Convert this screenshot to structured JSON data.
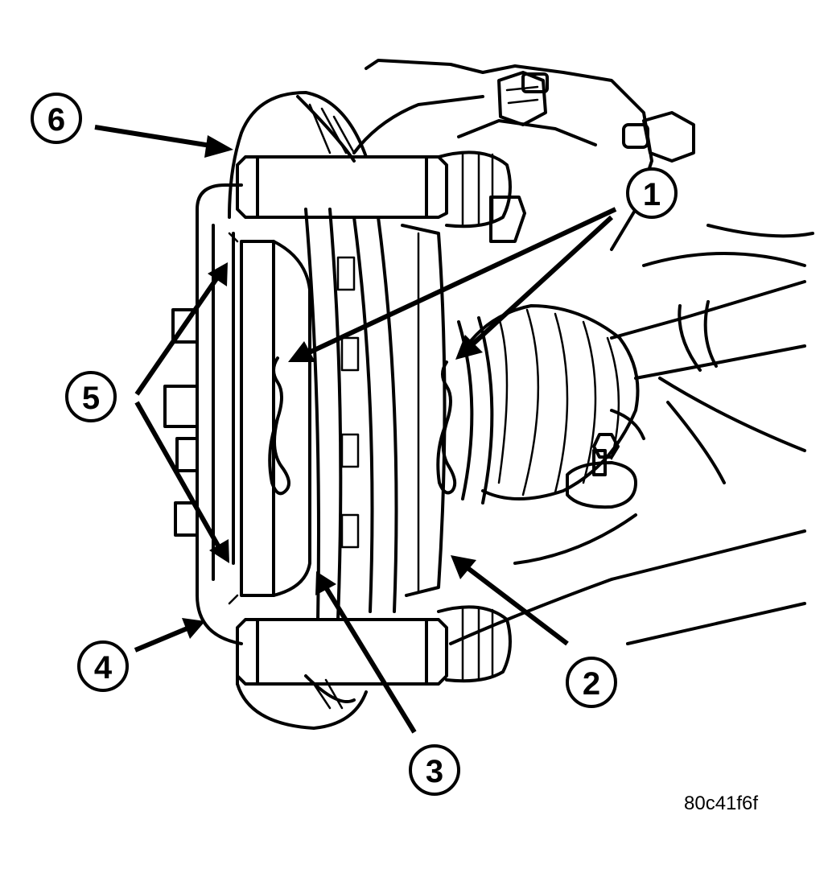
{
  "figure_id": "80c41f6f",
  "callouts": [
    {
      "label": "1"
    },
    {
      "label": "2"
    },
    {
      "label": "3"
    },
    {
      "label": "4"
    },
    {
      "label": "5"
    },
    {
      "label": "6"
    }
  ],
  "colors": {
    "ink": "#000000",
    "paper": "#ffffff"
  }
}
